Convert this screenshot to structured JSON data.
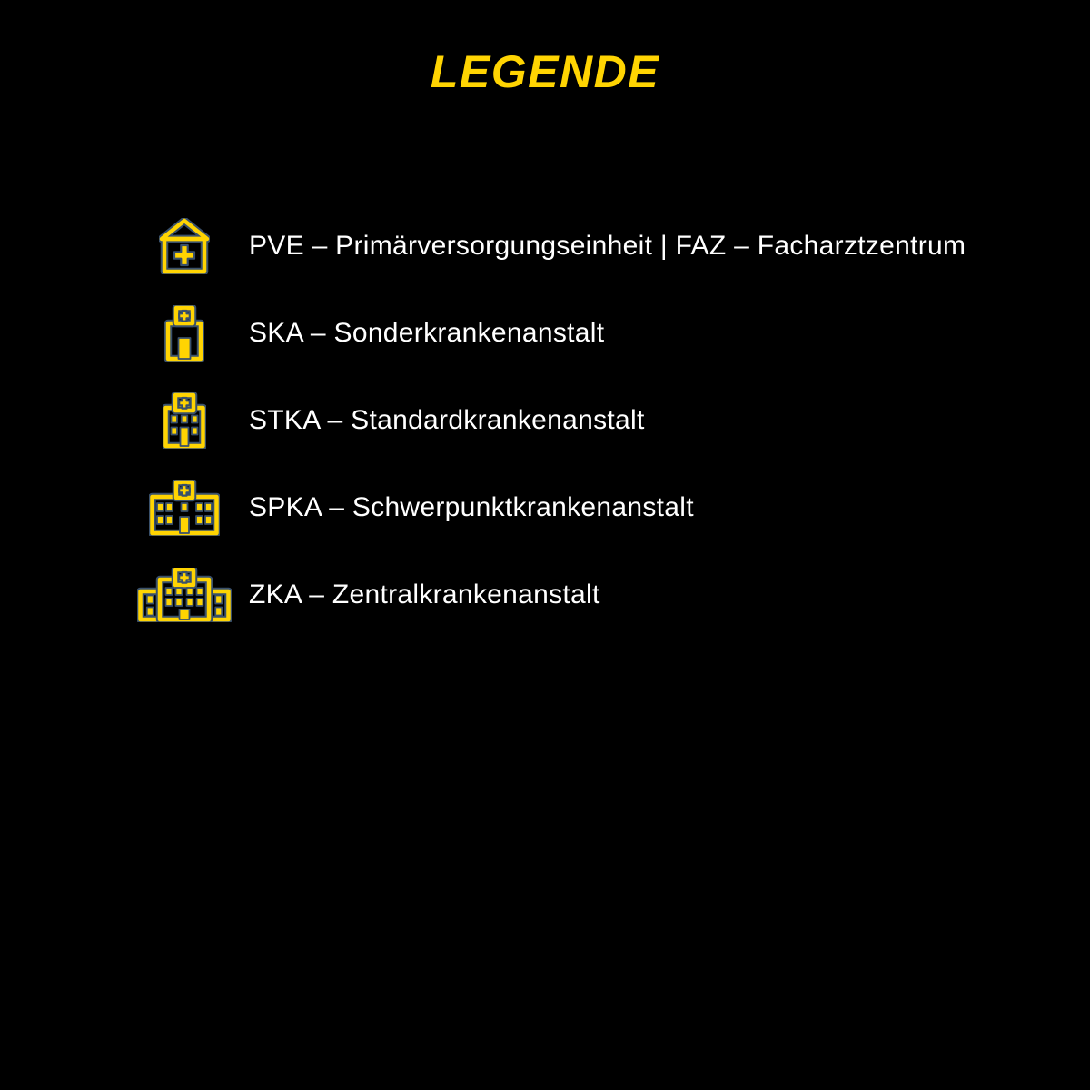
{
  "page": {
    "background_color": "#000000"
  },
  "title": {
    "text": "LEGENDE",
    "color": "#FFD402"
  },
  "legend": {
    "text_color": "#FFFFFF",
    "icon_colors": {
      "yellow": "#FFD402",
      "outline_navy": "#39506B"
    },
    "items": [
      {
        "icon": "pve-faz-clinic-icon",
        "label": "PVE – Primärversorgungseinheit | FAZ – Facharztzentrum"
      },
      {
        "icon": "ska-hospital-icon",
        "label": "SKA – Sonderkrankenanstalt"
      },
      {
        "icon": "stka-hospital-icon",
        "label": "STKA – Standardkrankenanstalt"
      },
      {
        "icon": "spka-hospital-icon",
        "label": "SPKA – Schwerpunktkrankenanstalt"
      },
      {
        "icon": "zka-hospital-icon",
        "label": "ZKA – Zentralkrankenanstalt"
      }
    ]
  }
}
